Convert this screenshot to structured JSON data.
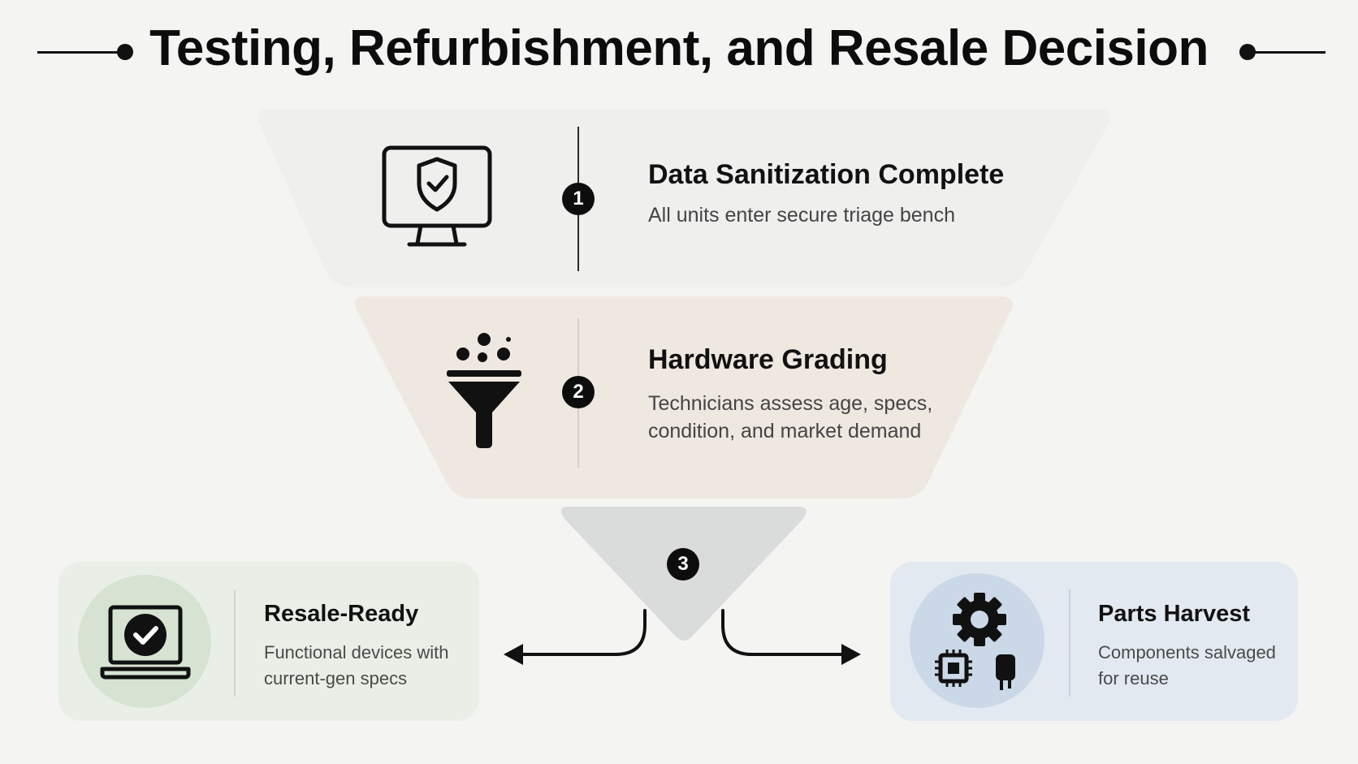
{
  "title": "Testing, Refurbishment, and Resale Decision",
  "colors": {
    "stage1_fill": "#efefee",
    "stage2_fill": "#efe8e1",
    "stage3_fill": "#d9dcdb",
    "resale_card": "#e9efe6",
    "resale_circle": "#d6e3d3",
    "parts_card": "#e3e9f1",
    "parts_circle": "#cbd8e8",
    "ink": "#111111"
  },
  "stages": [
    {
      "number": "1",
      "icon": "shield-monitor-icon",
      "title": "Data Sanitization Complete",
      "description": "All units enter secure triage bench"
    },
    {
      "number": "2",
      "icon": "filter-funnel-icon",
      "title": "Hardware Grading",
      "description_lines": [
        "Technicians assess age, specs,",
        "condition, and market demand"
      ]
    },
    {
      "number": "3"
    }
  ],
  "outcomes": {
    "resale": {
      "icon": "laptop-check-icon",
      "title": "Resale-Ready",
      "description_lines": [
        "Functional devices with",
        "current-gen specs"
      ]
    },
    "parts": {
      "icon": "gear-chip-capacitor-icon",
      "title": "Parts Harvest",
      "description_lines": [
        "Components salvaged",
        "for reuse"
      ]
    }
  }
}
